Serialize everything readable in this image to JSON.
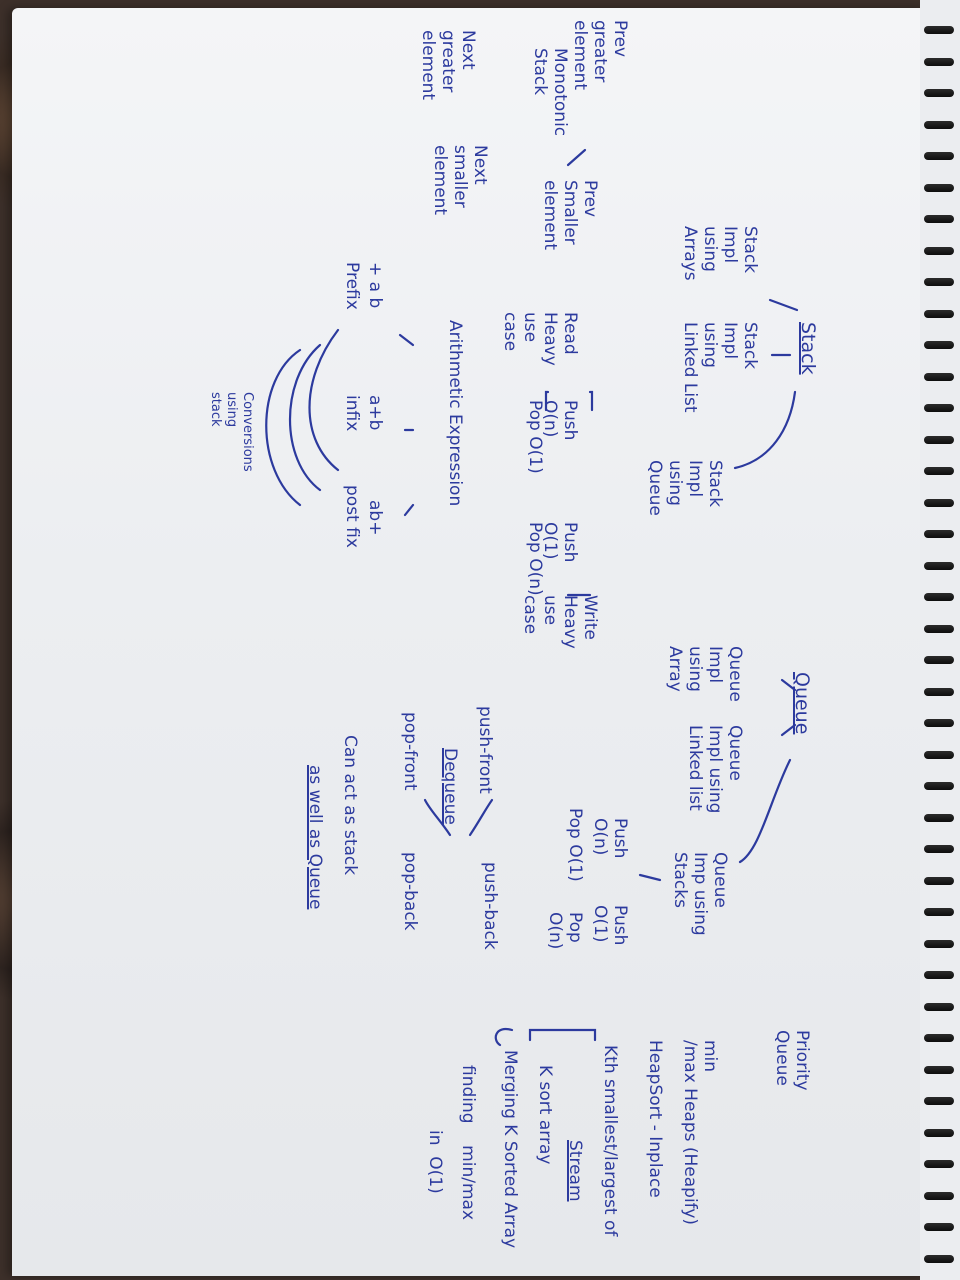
{
  "notes": {
    "stack": {
      "title": "Stack",
      "impl_arrays": "Stack\nImpl\nusing\nArrays",
      "impl_linkedlist": "Stack\nImpl\nusing\nLinked List",
      "impl_queue": "Stack\nImpl\nusing\nQueue",
      "read_heavy": "Read\nHeavy\nuse\ncase",
      "read_ops_push": "Push\nO(n)",
      "read_ops_pop": "Pop O(1)",
      "write_ops_push": "Push\nO(1)",
      "write_ops_pop": "Pop O(n)",
      "write_heavy": "Write\nHeavy\nuse\ncase"
    },
    "monotonic": {
      "title": "Monotonic\nStack",
      "prev_greater": "Prev\ngreater\nelement",
      "prev_smaller": "Prev\nSmaller\nelement",
      "next_greater": "Next\ngreater\nelement",
      "next_smaller": "Next\nsmaller\nelement"
    },
    "arithmetic": {
      "title": "Arithmetic Expression",
      "prefix_example": "+ a b",
      "prefix": "Prefix",
      "infix_example": "a+b",
      "infix": "infix",
      "postfix_example": "ab+",
      "postfix": "post fix",
      "conversions": "Conversions\nusing\nstack"
    },
    "queue": {
      "title": "Queue",
      "impl_array": "Queue\nImpl\nusing\nArray",
      "impl_linkedlist": "Queue\nImpl using\nLinked list",
      "impl_stacks": "Queue\nImp using\nStacks",
      "ops_a_push": "Push\nO(n)",
      "ops_a_pop": "Pop O(1)",
      "ops_b_push": "Push\nO(1)",
      "ops_b_pop": "Pop\nO(n)"
    },
    "deque": {
      "title": "Dequeue",
      "push_front": "push-front",
      "push_back": "push-back",
      "pop_front": "pop-front",
      "pop_back": "pop-back",
      "note_line1": "Can act as stack",
      "note_line2": "as well as Queue"
    },
    "priority_queue": {
      "title": "Priority\nQueue",
      "heaps": "min\n/max Heaps (Heapify)",
      "heapsort": "HeapSort - Inplace",
      "kth": "Kth smallest/largest of",
      "stream": "Stream",
      "ksort": "K sort array",
      "merge": "Merging K Sorted Array",
      "minmax": "finding    min/max",
      "o1": "in  O(1)"
    }
  },
  "colors": {
    "ink": "#2c3a9e",
    "paper": "#eef0f2",
    "spiral": "#111111"
  }
}
